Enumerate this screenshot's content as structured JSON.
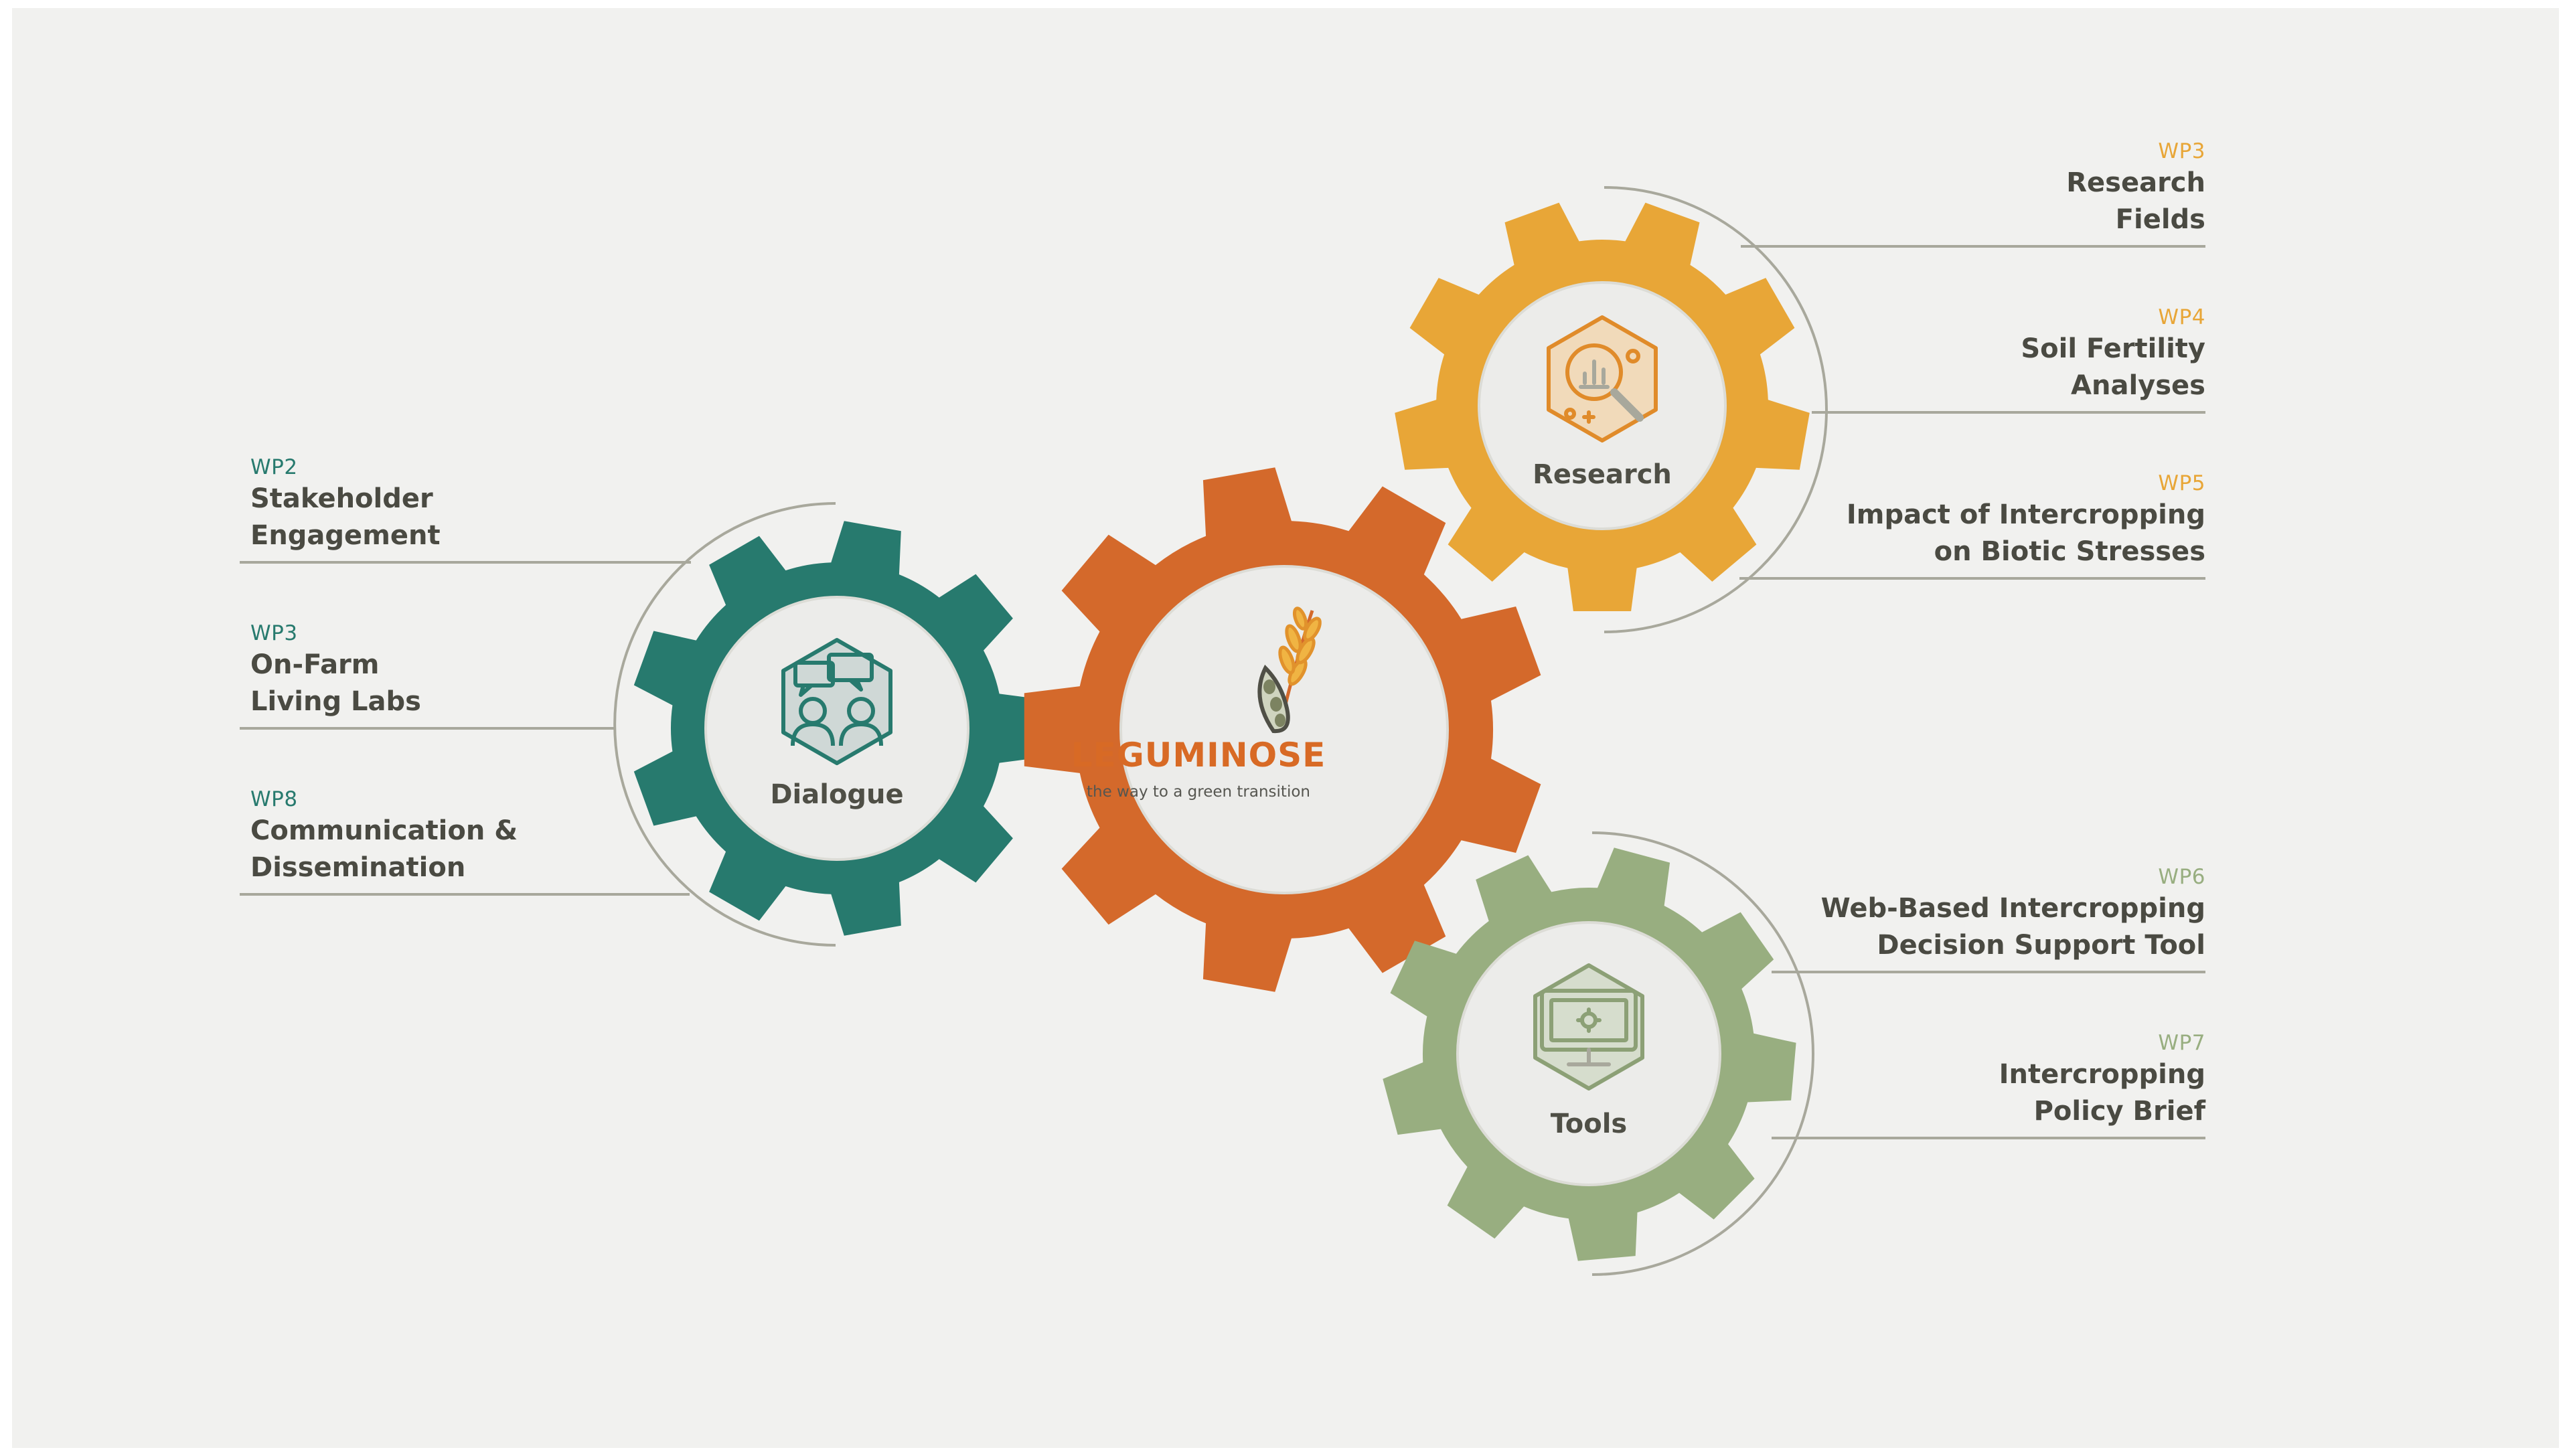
{
  "colors": {
    "dialogue": "#277a6e",
    "center": "#d4692b",
    "research": "#e8a637",
    "tools": "#98ae80",
    "connector": "#a8a89c",
    "hub": "#ececea",
    "text": "#4a4a42"
  },
  "brand": {
    "name": "LEGUMINOSE",
    "tagline": "the way to a green transition",
    "icon": "bean-pod-and-wheat-icon"
  },
  "gears": {
    "dialogue": {
      "label": "Dialogue",
      "icon": "people-chat-icon"
    },
    "research": {
      "label": "Research",
      "icon": "magnifier-chart-icon"
    },
    "tools": {
      "label": "Tools",
      "icon": "computer-monitor-icon"
    }
  },
  "work_packages": {
    "dialogue": [
      {
        "code": "WP2",
        "title": "Stakeholder\nEngagement"
      },
      {
        "code": "WP3",
        "title": "On-Farm\nLiving Labs"
      },
      {
        "code": "WP8",
        "title": "Communication &\nDissemination"
      }
    ],
    "research": [
      {
        "code": "WP3",
        "title": "Research\nFields"
      },
      {
        "code": "WP4",
        "title": "Soil Fertility\nAnalyses"
      },
      {
        "code": "WP5",
        "title": "Impact of Intercropping\non Biotic Stresses"
      }
    ],
    "tools": [
      {
        "code": "WP6",
        "title": "Web-Based Intercropping\nDecision Support Tool"
      },
      {
        "code": "WP7",
        "title": "Intercropping\nPolicy Brief"
      }
    ]
  }
}
